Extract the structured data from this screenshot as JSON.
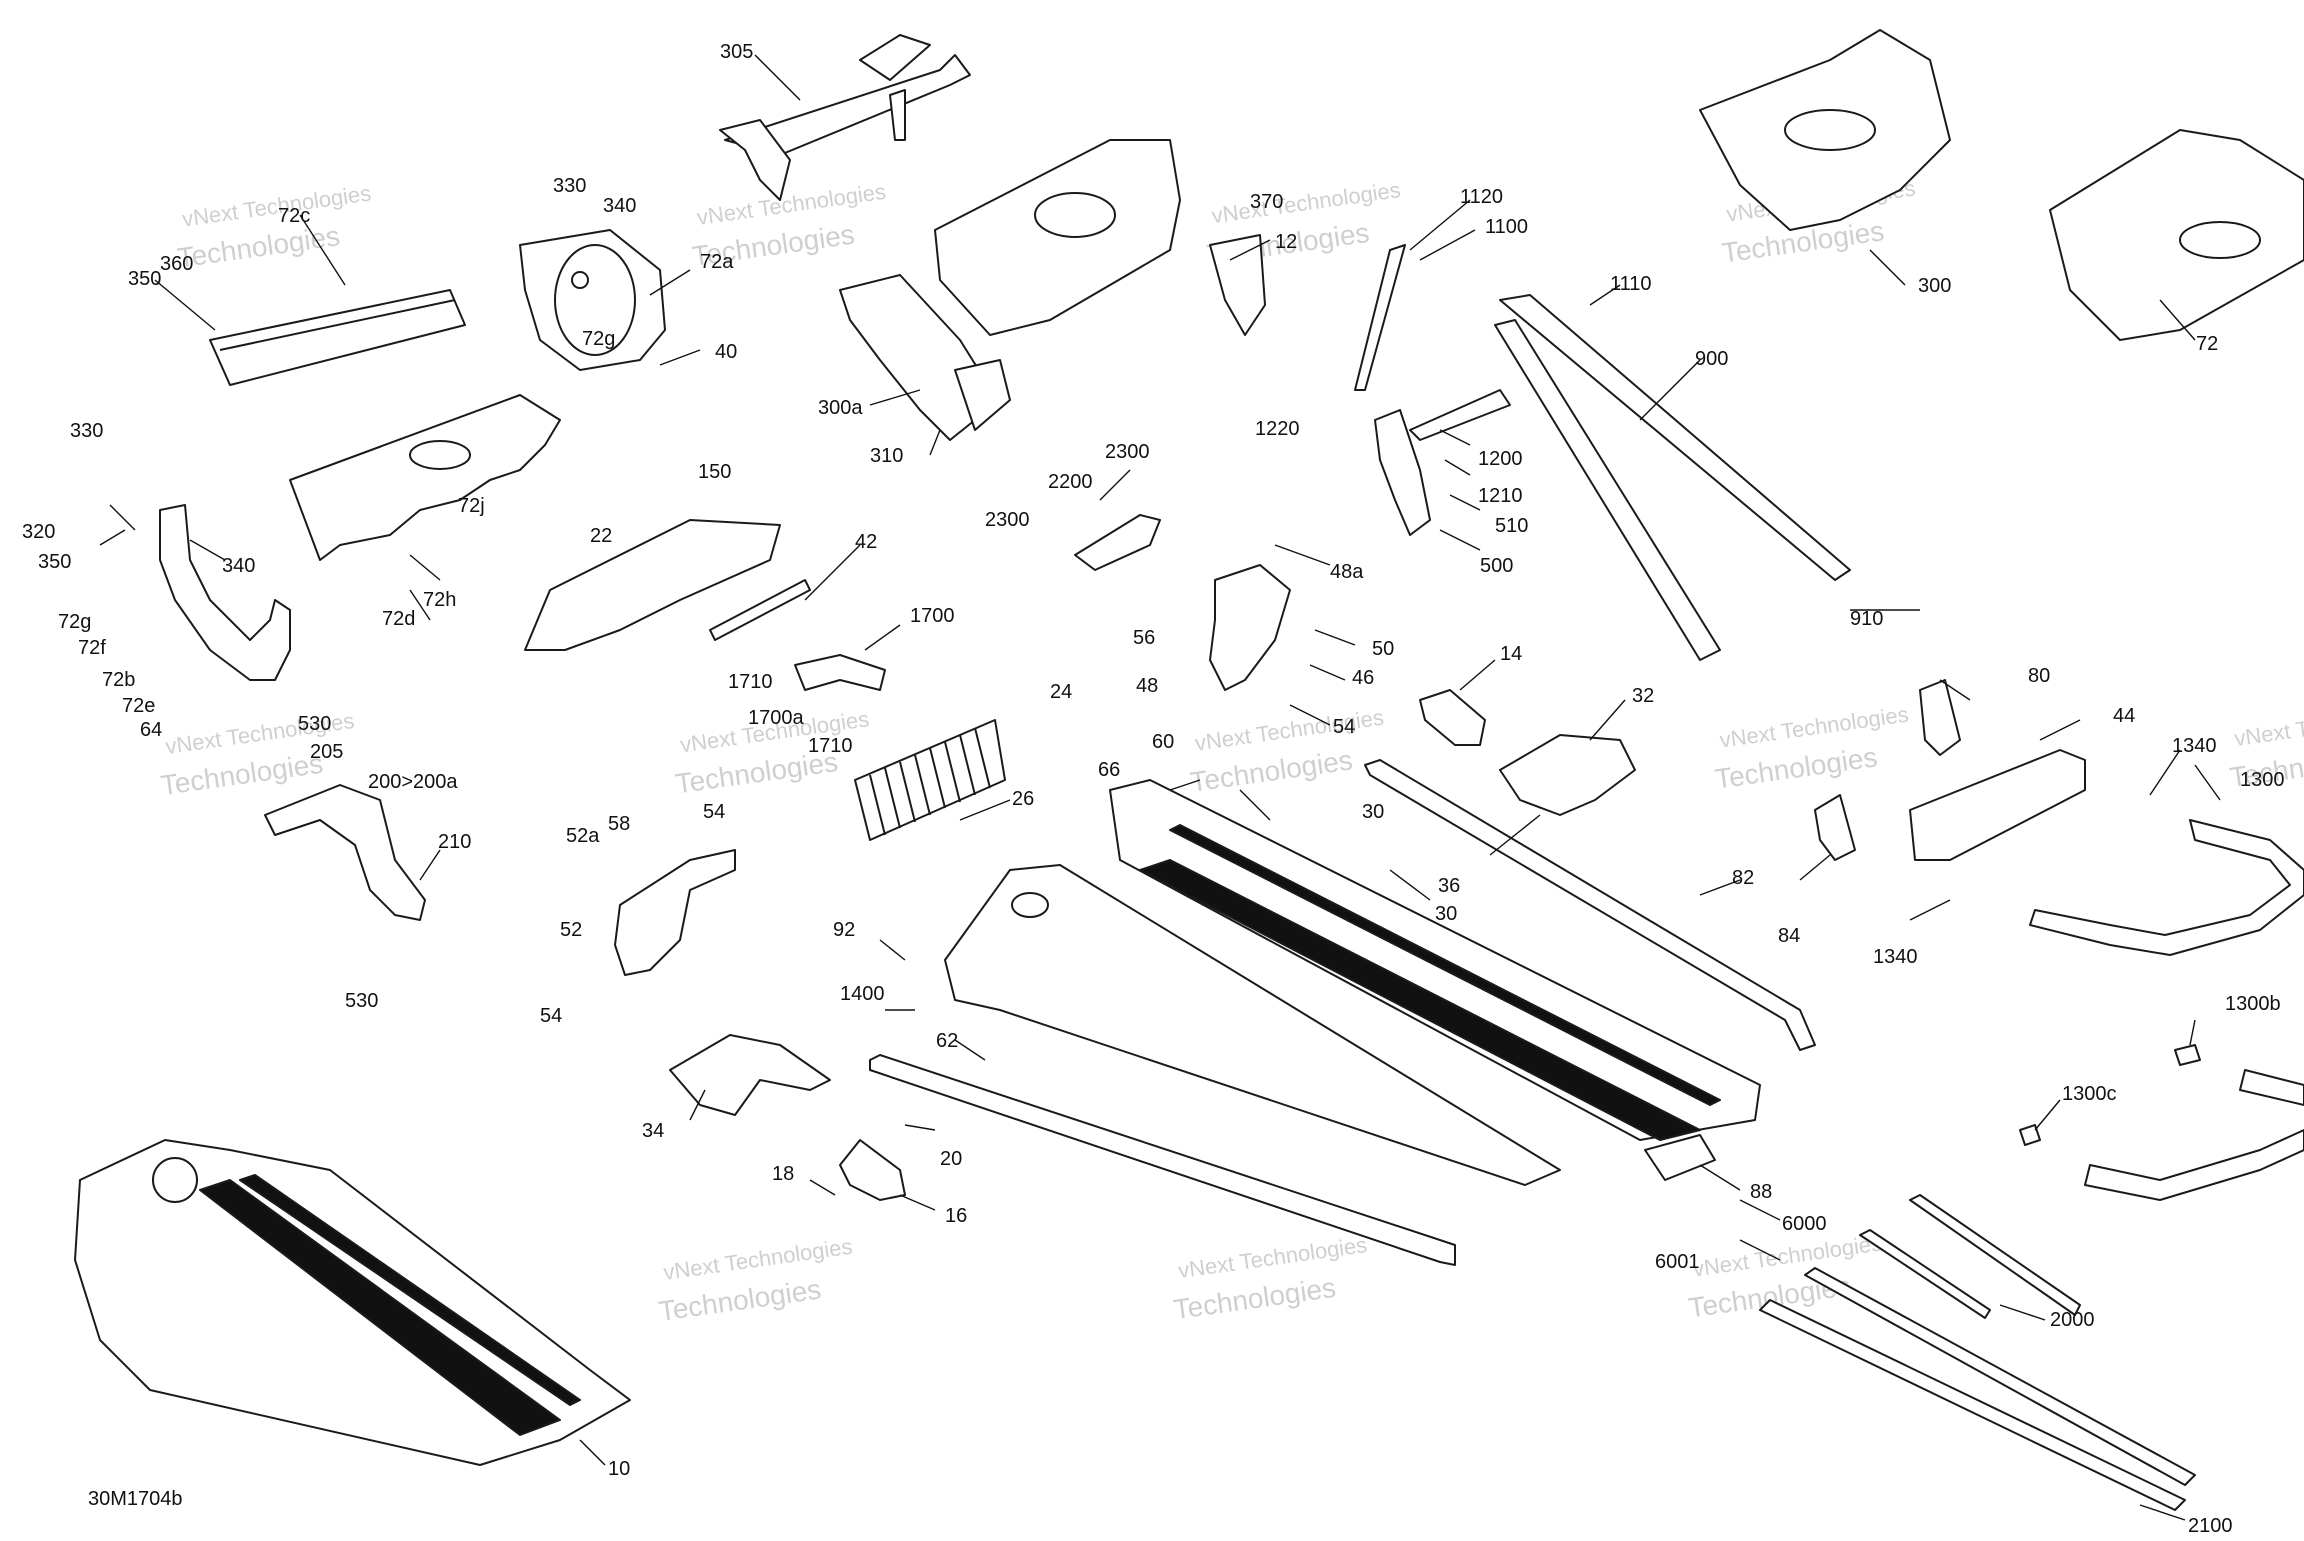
{
  "diagram": {
    "drawing_code": "30M1704b",
    "watermark": [
      "vNext Technologies",
      "Technologies"
    ],
    "callouts": [
      {
        "id": "c305",
        "text": "305"
      },
      {
        "id": "c330a",
        "text": "330"
      },
      {
        "id": "c340a",
        "text": "340"
      },
      {
        "id": "c72c",
        "text": "72c"
      },
      {
        "id": "c360",
        "text": "360"
      },
      {
        "id": "c350a",
        "text": "350"
      },
      {
        "id": "c72a",
        "text": "72a"
      },
      {
        "id": "c72g_a",
        "text": "72g"
      },
      {
        "id": "c40",
        "text": "40"
      },
      {
        "id": "c300a",
        "text": "300a"
      },
      {
        "id": "c310",
        "text": "310"
      },
      {
        "id": "c370",
        "text": "370"
      },
      {
        "id": "c12",
        "text": "12"
      },
      {
        "id": "c1120",
        "text": "1120"
      },
      {
        "id": "c1100",
        "text": "1100"
      },
      {
        "id": "c1110",
        "text": "1110"
      },
      {
        "id": "c900",
        "text": "900"
      },
      {
        "id": "c300",
        "text": "300"
      },
      {
        "id": "c72",
        "text": "72"
      },
      {
        "id": "c1220",
        "text": "1220"
      },
      {
        "id": "c1200",
        "text": "1200"
      },
      {
        "id": "c1210",
        "text": "1210"
      },
      {
        "id": "c510",
        "text": "510"
      },
      {
        "id": "c500",
        "text": "500"
      },
      {
        "id": "c910",
        "text": "910"
      },
      {
        "id": "c330b",
        "text": "330"
      },
      {
        "id": "c320",
        "text": "320"
      },
      {
        "id": "c350b",
        "text": "350"
      },
      {
        "id": "c340b",
        "text": "340"
      },
      {
        "id": "c72g_b",
        "text": "72g"
      },
      {
        "id": "c72f",
        "text": "72f"
      },
      {
        "id": "c72b",
        "text": "72b"
      },
      {
        "id": "c72e",
        "text": "72e"
      },
      {
        "id": "c64",
        "text": "64"
      },
      {
        "id": "c72j",
        "text": "72j"
      },
      {
        "id": "c72h",
        "text": "72h"
      },
      {
        "id": "c72d",
        "text": "72d"
      },
      {
        "id": "c150",
        "text": "150"
      },
      {
        "id": "c22",
        "text": "22"
      },
      {
        "id": "c42",
        "text": "42"
      },
      {
        "id": "c2300a",
        "text": "2300"
      },
      {
        "id": "c2200",
        "text": "2200"
      },
      {
        "id": "c2300b",
        "text": "2300"
      },
      {
        "id": "c48a",
        "text": "48a"
      },
      {
        "id": "c56",
        "text": "56"
      },
      {
        "id": "c50",
        "text": "50"
      },
      {
        "id": "c46",
        "text": "46"
      },
      {
        "id": "c48",
        "text": "48"
      },
      {
        "id": "c54a",
        "text": "54"
      },
      {
        "id": "c1700",
        "text": "1700"
      },
      {
        "id": "c1710a",
        "text": "1710"
      },
      {
        "id": "c1700a",
        "text": "1700a"
      },
      {
        "id": "c1710b",
        "text": "1710"
      },
      {
        "id": "c24",
        "text": "24"
      },
      {
        "id": "c26",
        "text": "26"
      },
      {
        "id": "c14",
        "text": "14"
      },
      {
        "id": "c32",
        "text": "32"
      },
      {
        "id": "c80",
        "text": "80"
      },
      {
        "id": "c44",
        "text": "44"
      },
      {
        "id": "c530a",
        "text": "530"
      },
      {
        "id": "c205",
        "text": "205"
      },
      {
        "id": "c200",
        "text": "200>200a"
      },
      {
        "id": "c210",
        "text": "210"
      },
      {
        "id": "c530b",
        "text": "530"
      },
      {
        "id": "c52a",
        "text": "52a"
      },
      {
        "id": "c58",
        "text": "58"
      },
      {
        "id": "c54b",
        "text": "54"
      },
      {
        "id": "c52",
        "text": "52"
      },
      {
        "id": "c54c",
        "text": "54"
      },
      {
        "id": "c60",
        "text": "60"
      },
      {
        "id": "c66",
        "text": "66"
      },
      {
        "id": "c30a",
        "text": "30"
      },
      {
        "id": "c36",
        "text": "36"
      },
      {
        "id": "c30b",
        "text": "30"
      },
      {
        "id": "c84",
        "text": "84"
      },
      {
        "id": "c82",
        "text": "82"
      },
      {
        "id": "c1340a",
        "text": "1340"
      },
      {
        "id": "c1300",
        "text": "1300"
      },
      {
        "id": "c1340b",
        "text": "1340"
      },
      {
        "id": "c92",
        "text": "92"
      },
      {
        "id": "c1400",
        "text": "1400"
      },
      {
        "id": "c62",
        "text": "62"
      },
      {
        "id": "c34",
        "text": "34"
      },
      {
        "id": "c20",
        "text": "20"
      },
      {
        "id": "c18",
        "text": "18"
      },
      {
        "id": "c16",
        "text": "16"
      },
      {
        "id": "c88",
        "text": "88"
      },
      {
        "id": "c6000",
        "text": "6000"
      },
      {
        "id": "c6001",
        "text": "6001"
      },
      {
        "id": "c1300b",
        "text": "1300b"
      },
      {
        "id": "c1300c",
        "text": "1300c"
      },
      {
        "id": "c2000",
        "text": "2000"
      },
      {
        "id": "c2100",
        "text": "2100"
      },
      {
        "id": "c10",
        "text": "10"
      }
    ]
  }
}
